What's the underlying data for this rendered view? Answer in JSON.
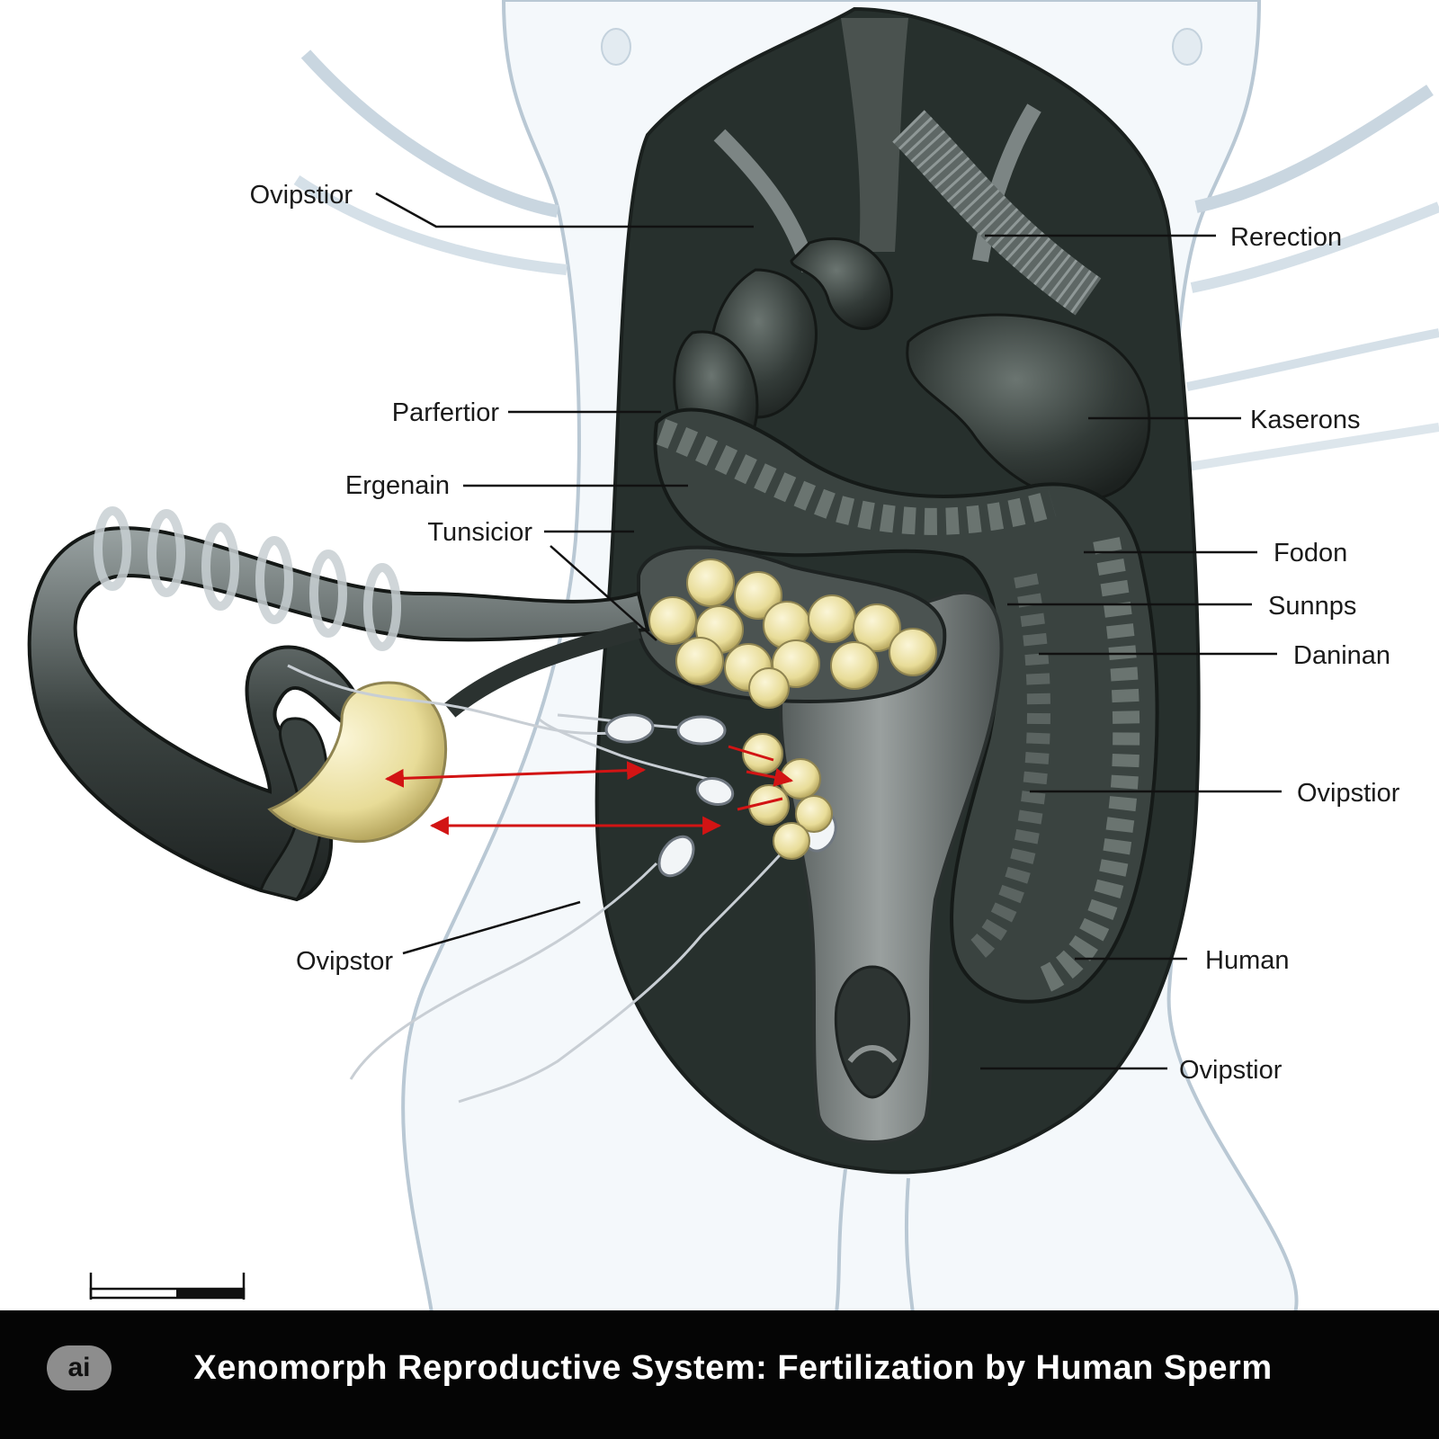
{
  "labels": {
    "oviptior_top": "Ovipstior",
    "rerection": "Rerection",
    "parfertior": "Parfertior",
    "kaserons": "Kaserons",
    "ergenain": "Ergenain",
    "tunsicior": "Tunsicior",
    "fodon": "Fodon",
    "sunnps": "Sunnps",
    "daninan": "Daninan",
    "ovipstior_right": "Ovipstior",
    "ovipstor_left": "Ovipstor",
    "human": "Human",
    "ovipstior_bottom": "Ovipstior"
  },
  "caption": {
    "title": "Xenomorph Reproductive System: Fertilization by Human Sperm",
    "badge": "ai"
  },
  "colors": {
    "organ_dark": "#2e3532",
    "organ_mid": "#4a524f",
    "egg_yellow": "#ece2a4",
    "body_outline": "#b9c8d4",
    "arrow_red": "#d21414",
    "caption_bg": "#050505"
  }
}
